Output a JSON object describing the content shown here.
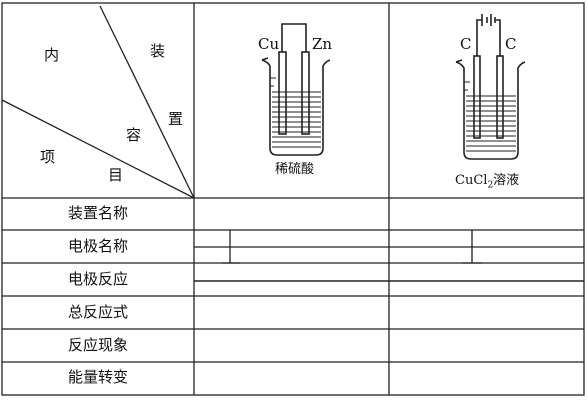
{
  "header": {
    "diag_top": "内",
    "diag_zhuang": "装",
    "diag_zhi": "置",
    "diag_rong": "容",
    "diag_xiang": "项",
    "diag_mu": "目"
  },
  "apparatus": [
    {
      "electrodes": [
        "Cu",
        "Zn"
      ],
      "solution": "稀硫酸",
      "has_power_source": false
    },
    {
      "electrodes": [
        "C",
        "C"
      ],
      "solution_prefix": "CuCl",
      "solution_sub": "2",
      "solution_suffix": "溶液",
      "has_power_source": true
    }
  ],
  "rows": [
    {
      "label": "装置名称"
    },
    {
      "label": "电极名称"
    },
    {
      "label": "电极反应"
    },
    {
      "label": "总反应式"
    },
    {
      "label": "反应现象"
    },
    {
      "label": "能量转变"
    }
  ]
}
